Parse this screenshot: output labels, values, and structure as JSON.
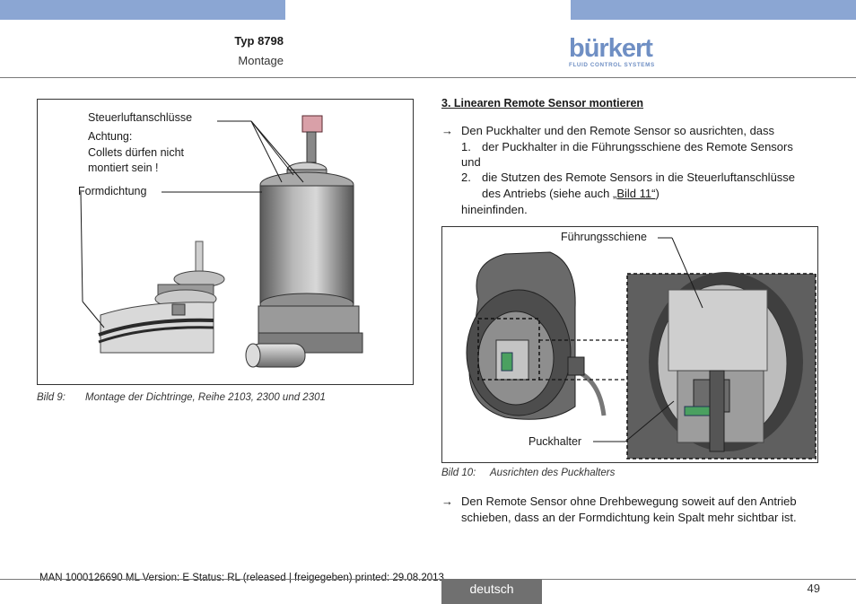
{
  "header": {
    "type_label": "Typ 8798",
    "section": "Montage",
    "logo_word": "bürkert",
    "logo_tagline": "FLUID CONTROL SYSTEMS",
    "accent_color": "#8ba6d3"
  },
  "figure9": {
    "label_air": "Steuerluftanschlüsse",
    "label_attention": "Achtung:",
    "label_collets_1": "Collets dürfen nicht",
    "label_collets_2": "montiert sein !",
    "label_seal": "Formdichtung",
    "caption_num": "Bild 9:",
    "caption_text": "Montage der Dichtringe, Reihe 2103, 2300 und 2301"
  },
  "section3": {
    "heading": "3. Linearen Remote Sensor montieren",
    "arrow": "→",
    "intro": "Den Puckhalter und den Remote Sensor so ausrichten, dass",
    "step1_num": "1.",
    "step1_text": "der Puckhalter in die Führungsschiene des Remote Sensors",
    "step1_cont": "und",
    "step2_num": "2.",
    "step2_text": "die Stutzen des Remote Sensors in die Steuerluftanschlüsse",
    "step2_line2_pre": "des Antriebs (siehe auch ",
    "step2_link": "„Bild 11“",
    "step2_line2_post": ")",
    "step2_end": "hineinfinden."
  },
  "figure10": {
    "label_rail": "Führungsschiene",
    "label_holder": "Puckhalter",
    "caption_num": "Bild 10:",
    "caption_text": "Ausrichten des Puckhalters"
  },
  "final_step": {
    "arrow": "→",
    "line1": "Den Remote Sensor ohne Drehbewegung soweit auf den Antrieb",
    "line2": "schieben, dass an der Formdichtung kein Spalt mehr sichtbar ist."
  },
  "footer": {
    "meta": "MAN  1000126690  ML  Version: E Status: RL (released | freigegeben)  printed: 29.08.2013",
    "language": "deutsch",
    "page": "49"
  }
}
